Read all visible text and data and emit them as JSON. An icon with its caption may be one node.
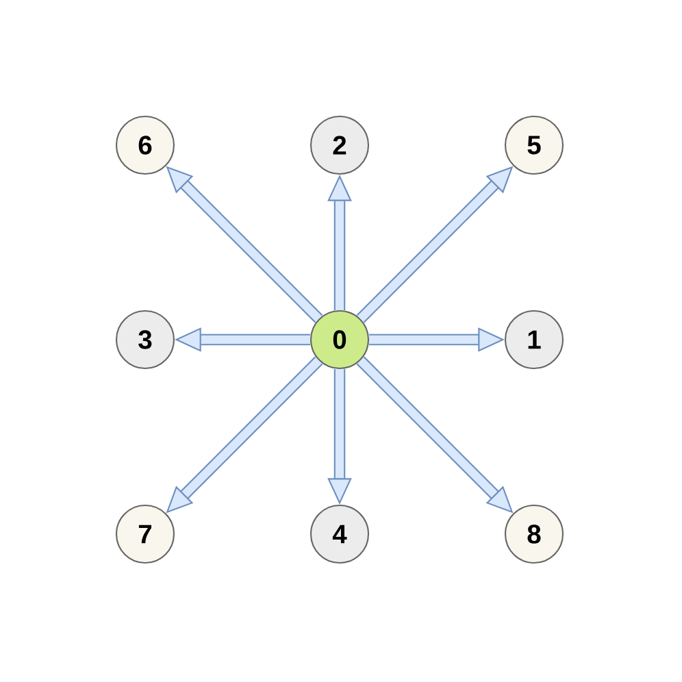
{
  "diagram": {
    "nodes": [
      {
        "text": [
          "6"
        ]
      },
      {
        "text": [
          "2"
        ]
      },
      {
        "text": [
          "5"
        ]
      },
      {
        "text": [
          "3"
        ]
      },
      {
        "text": [
          "0"
        ]
      },
      {
        "text": [
          "1"
        ]
      },
      {
        "text": [
          "7"
        ]
      },
      {
        "text": [
          "4"
        ]
      },
      {
        "text": [
          "8"
        ]
      }
    ],
    "edges": [
      {
        "from": 4,
        "to": 5,
        "arrow": "to"
      },
      {
        "from": 4,
        "to": 1,
        "arrow": "to"
      },
      {
        "from": 4,
        "to": 3,
        "arrow": "to"
      },
      {
        "from": 4,
        "to": 7,
        "arrow": "to"
      },
      {
        "from": 4,
        "to": 2,
        "arrow": "to"
      },
      {
        "from": 4,
        "to": 0,
        "arrow": "to"
      },
      {
        "from": 4,
        "to": 6,
        "arrow": "to"
      },
      {
        "from": 4,
        "to": 8,
        "arrow": "to"
      }
    ]
  }
}
